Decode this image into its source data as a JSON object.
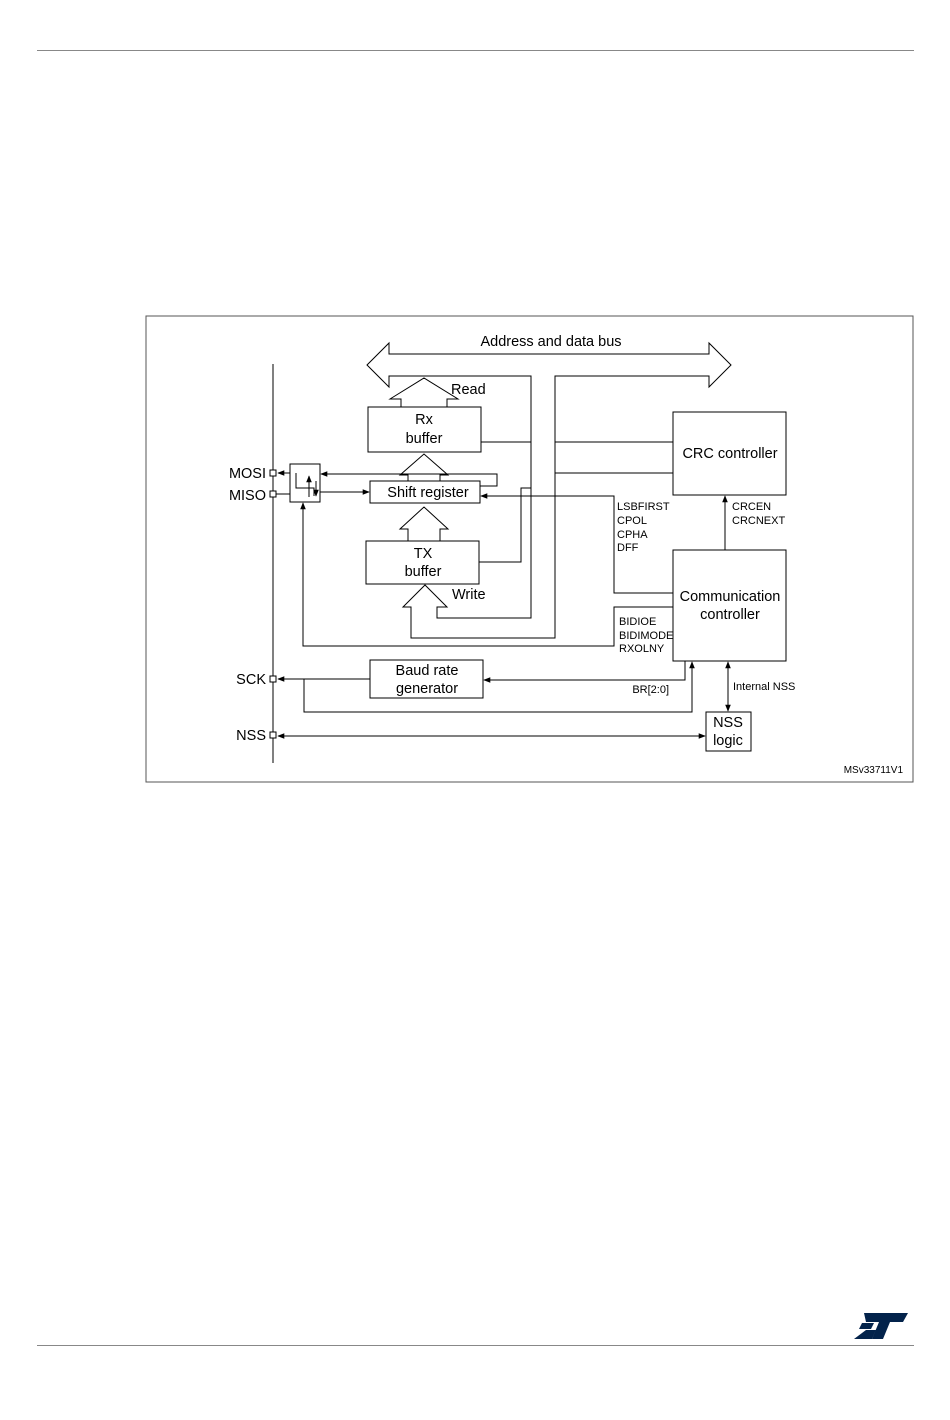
{
  "figure": {
    "bus_label": "Address and data bus",
    "read_label": "Read",
    "write_label": "Write",
    "rx_buffer": [
      "Rx",
      "buffer"
    ],
    "tx_buffer": [
      "TX",
      "buffer"
    ],
    "shift_register": "Shift register",
    "crc_controller": "CRC controller",
    "communication_controller": [
      "Communication",
      "controller"
    ],
    "baud_rate_generator": [
      "Baud rate",
      "generator"
    ],
    "nss_logic": [
      "NSS",
      "logic"
    ],
    "pins": {
      "mosi": "MOSI",
      "miso": "MISO",
      "sck": "SCK",
      "nss": "NSS"
    },
    "config_bits_1": [
      "LSBFIRST",
      "CPOL",
      "CPHA",
      "DFF"
    ],
    "config_bits_2": [
      "BIDIOE",
      "BIDIMODE",
      "RXOLNY"
    ],
    "crc_bits": [
      "CRCEN",
      "CRCNEXT"
    ],
    "br_label": "BR[2:0]",
    "internal_nss": "Internal NSS",
    "figure_id": "MSv33711V1"
  },
  "logo": {
    "name": "st-logo",
    "color": "#03234b"
  }
}
